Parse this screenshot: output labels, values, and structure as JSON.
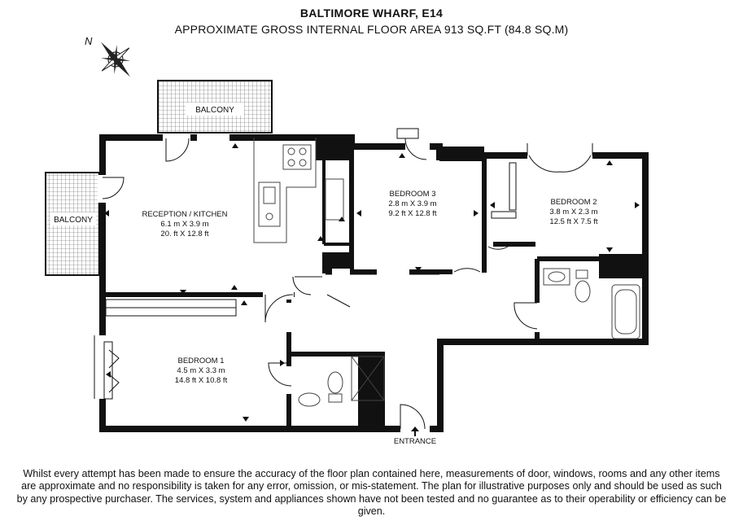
{
  "header": {
    "title": "BALTIMORE WHARF,  E14",
    "subtitle": "APPROXIMATE GROSS INTERNAL FLOOR AREA 913 SQ.FT (84.8 SQ.M)"
  },
  "compass": {
    "north_label": "N"
  },
  "rooms": {
    "balcony_top": {
      "name": "BALCONY"
    },
    "balcony_left": {
      "name": "BALCONY"
    },
    "reception": {
      "name": "RECEPTION / KITCHEN",
      "metric": "6.1 m X 3.9 m",
      "imperial": "20. ft X 12.8 ft"
    },
    "bedroom3": {
      "name": "BEDROOM 3",
      "metric": "2.8 m X 3.9 m",
      "imperial": "9.2 ft X 12.8 ft"
    },
    "bedroom2": {
      "name": "BEDROOM 2",
      "metric": "3.8 m X 2.3 m",
      "imperial": "12.5 ft X 7.5 ft"
    },
    "bedroom1": {
      "name": "BEDROOM 1",
      "metric": "4.5 m X 3.3 m",
      "imperial": "14.8 ft X 10.8 ft"
    }
  },
  "entrance_label": "ENTRANCE",
  "disclaimer": "Whilst every attempt has been made to ensure the accuracy of the floor plan contained here, measurements of door, windows, rooms and any other items are approximate and no responsibility is taken for any error, omission, or mis-statement. The plan for illustrative purposes only and should be used as such by any prospective purchaser. The services, system and appliances shown have not been tested and no guarantee as to their operability or efficiency can be given.",
  "colors": {
    "wall": "#111111",
    "hatch": "#555555",
    "fixture": "#444444"
  }
}
